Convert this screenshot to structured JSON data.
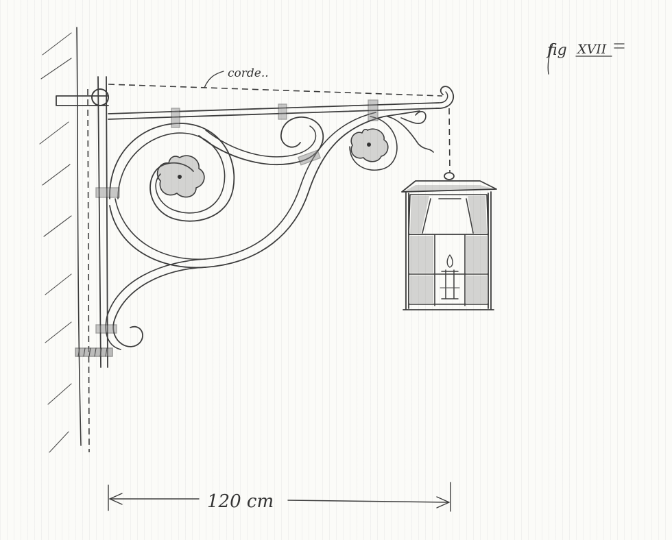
{
  "sheet": {
    "figure_ref_prefix": "fig",
    "figure_ref_number": "XVII",
    "rope_label": "corde..",
    "dimension_label": "120 cm"
  }
}
